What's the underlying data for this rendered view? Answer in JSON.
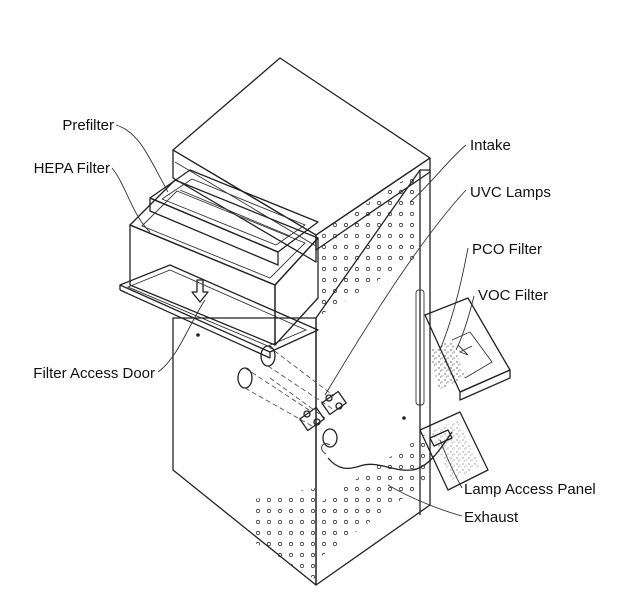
{
  "labels": {
    "prefilter": "Prefilter",
    "hepa_filter": "HEPA Filter",
    "filter_access_door": "Filter Access Door",
    "intake": "Intake",
    "uvc_lamps": "UVC Lamps",
    "pco_filter": "PCO Filter",
    "voc_filter": "VOC Filter",
    "lamp_access_panel": "Lamp Access Panel",
    "exhaust": "Exhaust"
  }
}
